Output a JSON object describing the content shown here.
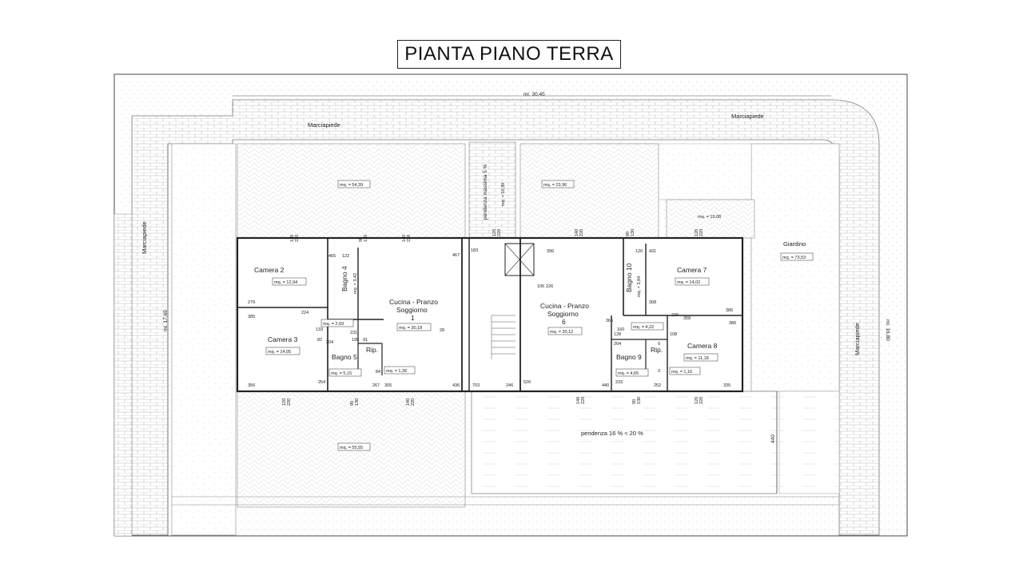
{
  "title": "PIANTA PIANO TERRA",
  "dimensions": {
    "top": "ml. 30,45",
    "left": "ml. 17,69",
    "right": "ml. 16,80",
    "slope_depth": "440"
  },
  "labels": {
    "marciapiede_top_left": "Marciapiede",
    "marciapiede_top_right": "Marciapiede",
    "marciapiede_left": "Marciapiede",
    "marciapiede_right": "Marciapiede",
    "giardino": "Giardino",
    "pendenza_massima": "pendenza massima 5 %",
    "pendenza_ramp": "pendenza 16 % < 20 %"
  },
  "areas": {
    "top_left": "mq. = 54,39",
    "top_right_a": "mq. = 23,96",
    "top_right_b": "mq. = 15,08",
    "ramp_mid": "mq. = 10,39",
    "giardino": "mq. = 73,53",
    "bottom_left": "mq. = 55,55"
  },
  "rooms": {
    "camera2": {
      "name": "Camera 2",
      "area": "mq. = 12,94"
    },
    "camera3": {
      "name": "Camera 3",
      "area": "mq. = 14,05"
    },
    "bagno4": {
      "name": "Bagno 4",
      "area": "mq. = 3,42"
    },
    "bagno5": {
      "name": "Bagno 5",
      "area": "mq. = 5,15"
    },
    "rip1": {
      "name": "Rip.",
      "area": "mq. = 1,36"
    },
    "disimp1": {
      "area": "mq. = 2,69"
    },
    "cucina1": {
      "name1": "Cucina - Pranzo",
      "name2": "Soggiorno",
      "num": "1",
      "area": "mq. = 30,18"
    },
    "cucina6": {
      "name1": "Cucina - Pranzo",
      "name2": "Soggiorno",
      "num": "6",
      "area": "mq. = 30,12"
    },
    "bagno10": {
      "name": "Bagno 10",
      "area": "mq. = 3,84"
    },
    "camera7": {
      "name": "Camera 7",
      "area": "mq. = 14,02"
    },
    "disimp6": {
      "area": "mq. = 4,22"
    },
    "bagno9": {
      "name": "Bagno 9",
      "area": "mq. = 4,65"
    },
    "rip6": {
      "name": "Rip.",
      "area": "mq. = 1,16"
    },
    "camera8": {
      "name": "Camera 8",
      "area": "mq. = 11,18"
    }
  },
  "dims": [
    "465",
    "122",
    "467",
    "279",
    "385",
    "224",
    "133",
    "231",
    "82",
    "195",
    "204",
    "356",
    "254",
    "267",
    "436",
    "183",
    "396",
    "226",
    "120",
    "431",
    "386",
    "308",
    "358",
    "386",
    "106",
    "108",
    "366",
    "440",
    "252",
    "335",
    "526",
    "128",
    "91",
    "204",
    "84",
    "28",
    "703",
    "246",
    "160",
    "305",
    "233",
    "3",
    "9",
    "230"
  ],
  "openings": [
    "120\n220",
    "90\n130",
    "140\n220",
    "120\n220",
    "140\n220",
    "90\n130",
    "120\n220",
    "120\n220",
    "120\n220",
    "90\n130",
    "140\n220",
    "140\n220",
    "90\n130",
    "120\n220",
    "120\n220"
  ]
}
